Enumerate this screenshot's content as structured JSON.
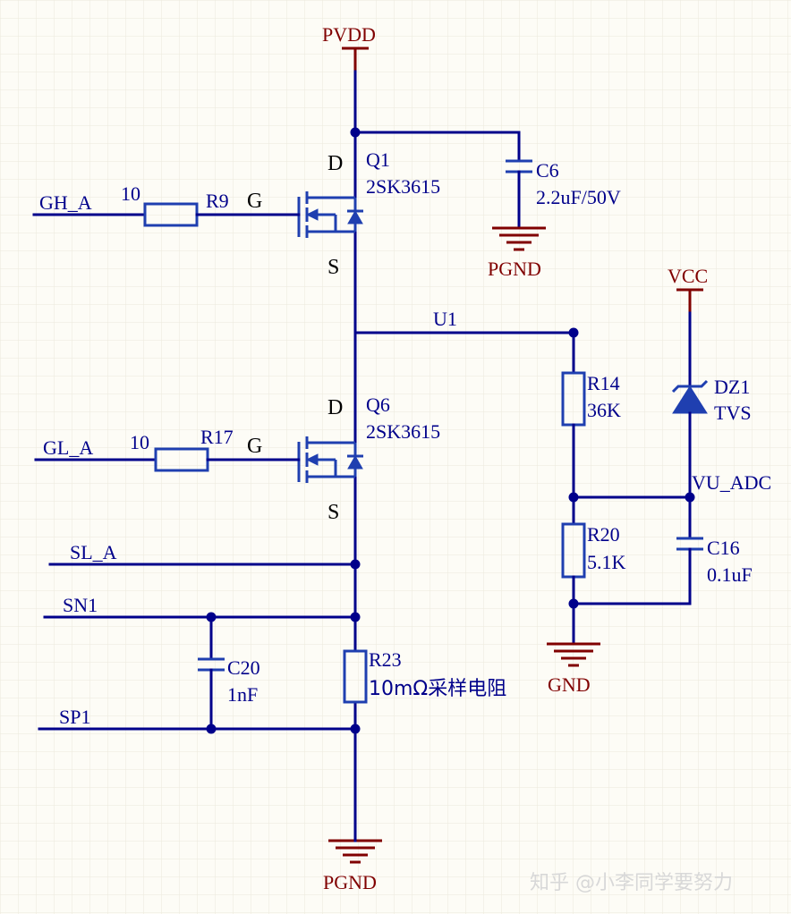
{
  "colors": {
    "background": "#fdfcf6",
    "wire": "#00008b",
    "power_port": "#800000",
    "component": "#1f3fb0"
  },
  "power_ports": {
    "pvdd": "PVDD",
    "pgnd_c6": "PGND",
    "vcc": "VCC",
    "gnd": "GND",
    "pgnd_bottom": "PGND"
  },
  "nets": {
    "gh_a": "GH_A",
    "gl_a": "GL_A",
    "sl_a": "SL_A",
    "sn1": "SN1",
    "sp1": "SP1",
    "u1": "U1",
    "vu_adc": "VU_ADC"
  },
  "components": {
    "q1": {
      "designator": "Q1",
      "part": "2SK3615",
      "drain": "D",
      "gate": "G",
      "source": "S"
    },
    "q6": {
      "designator": "Q6",
      "part": "2SK3615",
      "drain": "D",
      "gate": "G",
      "source": "S"
    },
    "r9": {
      "designator": "R9",
      "value": "10"
    },
    "r17": {
      "designator": "R17",
      "value": "10"
    },
    "c6": {
      "designator": "C6",
      "value": "2.2uF/50V"
    },
    "r14": {
      "designator": "R14",
      "value": "36K"
    },
    "r20": {
      "designator": "R20",
      "value": "5.1K"
    },
    "dz1": {
      "designator": "DZ1",
      "value": "TVS"
    },
    "c16": {
      "designator": "C16",
      "value": "0.1uF"
    },
    "c20": {
      "designator": "C20",
      "value": "1nF"
    },
    "r23": {
      "designator": "R23",
      "value": "10mΩ采样电阻"
    }
  },
  "watermark": "知乎 @小李同学要努力"
}
